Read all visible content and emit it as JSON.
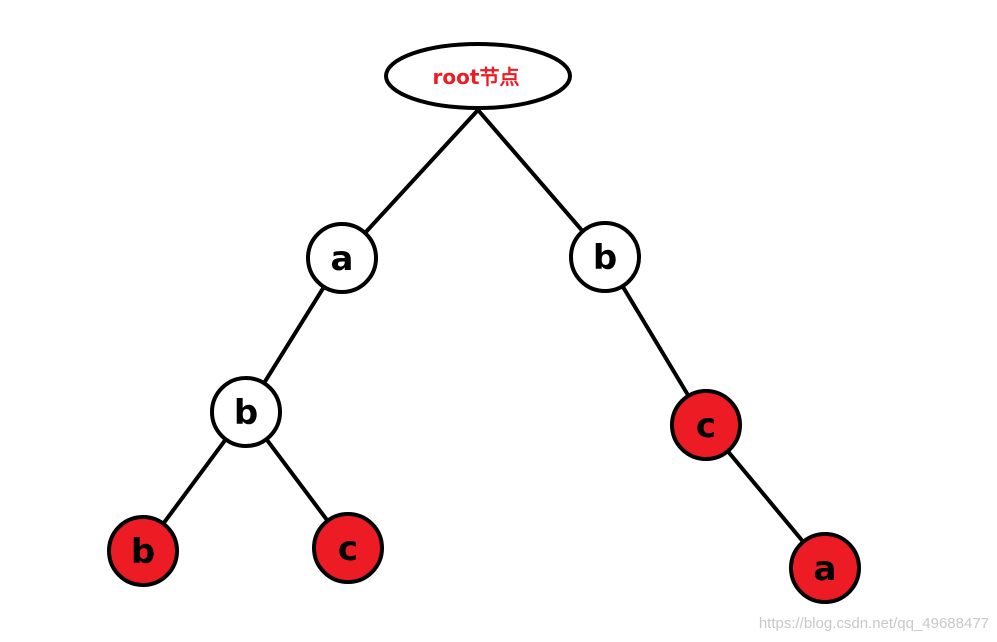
{
  "colors": {
    "edge": "#000000",
    "outline": "#000000",
    "plain_fill": "#ffffff",
    "highlight_fill": "#ed1c24",
    "root_text": "#ed1c24",
    "label_text": "#000000"
  },
  "root": {
    "label": "root节点"
  },
  "nodes": [
    {
      "id": "a1",
      "label": "a",
      "highlighted": false
    },
    {
      "id": "b1",
      "label": "b",
      "highlighted": false
    },
    {
      "id": "b2",
      "label": "b",
      "highlighted": false
    },
    {
      "id": "c1",
      "label": "c",
      "highlighted": true
    },
    {
      "id": "b3",
      "label": "b",
      "highlighted": true
    },
    {
      "id": "c2",
      "label": "c",
      "highlighted": true
    },
    {
      "id": "a2",
      "label": "a",
      "highlighted": true
    }
  ],
  "edges": [
    {
      "from": "root",
      "to": "a1"
    },
    {
      "from": "root",
      "to": "b1"
    },
    {
      "from": "a1",
      "to": "b2"
    },
    {
      "from": "b2",
      "to": "b3"
    },
    {
      "from": "b2",
      "to": "c2"
    },
    {
      "from": "b1",
      "to": "c1"
    },
    {
      "from": "c1",
      "to": "a2"
    }
  ],
  "watermark": "https://blog.csdn.net/qq_49688477"
}
